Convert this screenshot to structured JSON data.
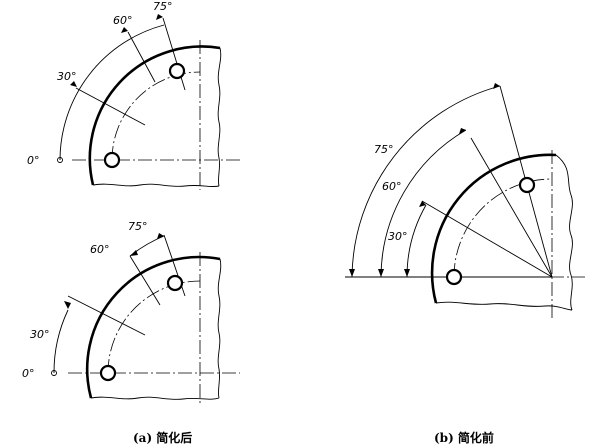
{
  "figure_a_top": {
    "labels": {
      "a0": "0°",
      "a30": "30°",
      "a60": "60°",
      "a75": "75°"
    }
  },
  "figure_a_bottom": {
    "labels": {
      "a0": "0°",
      "a30": "30°",
      "a60": "60°",
      "a75": "75°"
    }
  },
  "figure_b": {
    "labels": {
      "a30": "30°",
      "a60": "60°",
      "a75": "75°"
    }
  },
  "captions": {
    "a": "(a) 简化后",
    "b": "(b) 简化前"
  }
}
